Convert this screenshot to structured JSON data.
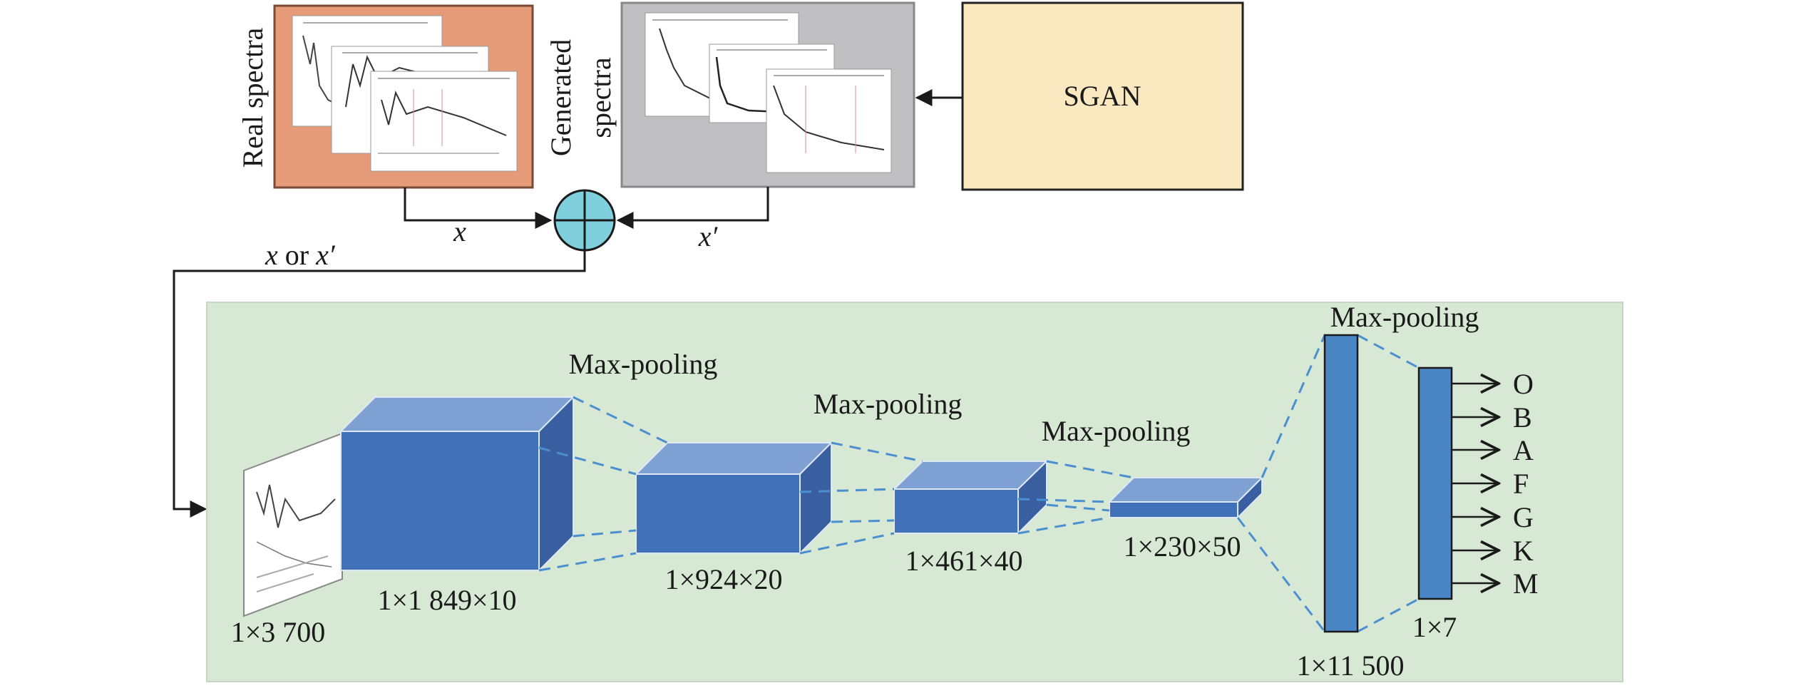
{
  "colors": {
    "real_panel": "#e59a78",
    "gen_panel": "#c0c0c2",
    "sgan_box": "#fae9c0",
    "sum_node": "#7fcfdd",
    "cnn_panel": "#d7e8d4",
    "block_front": "#4171b8",
    "block_top": "#7ea0d2",
    "block_side": "#3a5fa0",
    "dashed": "#4b8fd0"
  },
  "top": {
    "real_label": "Real spectra",
    "gen_label_line1": "Generated",
    "gen_label_line2": "spectra",
    "sgan_label": "SGAN",
    "x_label": "x",
    "x_prime_label": "x′",
    "x_or_label_x": "x",
    "x_or_label_or": " or ",
    "x_or_label_xp": "x′"
  },
  "cnn": {
    "input_dim": "1×3 700",
    "layers": [
      {
        "dim": "1×1 849×10"
      },
      {
        "dim": "1×924×20"
      },
      {
        "dim": "1×461×40"
      },
      {
        "dim": "1×230×50"
      }
    ],
    "pool_labels": [
      "Max-pooling",
      "Max-pooling",
      "Max-pooling",
      "Max-pooling"
    ],
    "fc1_dim": "1×11 500",
    "fc2_dim": "1×7",
    "classes": [
      "O",
      "B",
      "A",
      "F",
      "G",
      "K",
      "M"
    ]
  }
}
